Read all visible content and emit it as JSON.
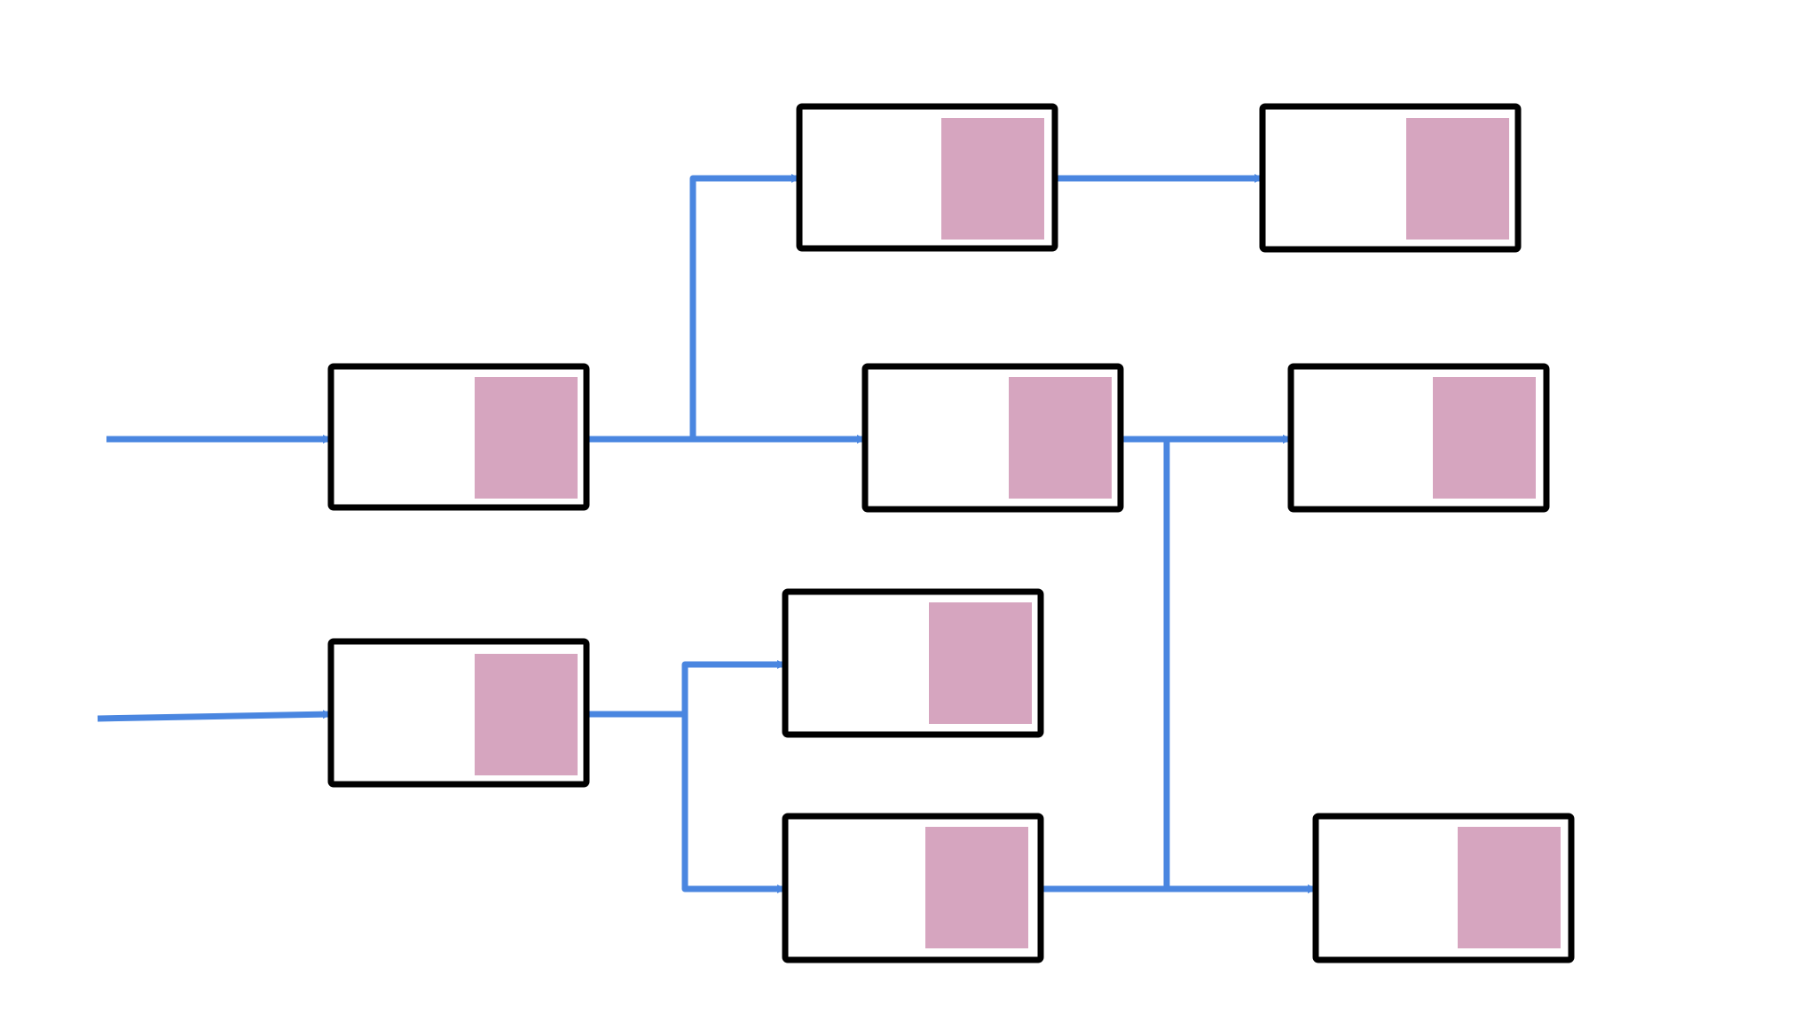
{
  "colors": {
    "background": "#ffffff",
    "box_border": "#000000",
    "box_fill": "#ffffff",
    "slot_fill": "#d6a5bf",
    "edge": "#4a86e0"
  },
  "diagram": {
    "nodes": [
      {
        "id": "a1"
      },
      {
        "id": "a2"
      },
      {
        "id": "b1"
      },
      {
        "id": "b2"
      },
      {
        "id": "b3"
      },
      {
        "id": "b4"
      },
      {
        "id": "c1"
      },
      {
        "id": "c2"
      },
      {
        "id": "c3"
      }
    ],
    "edges": [
      {
        "from": "input-1",
        "to": "a1"
      },
      {
        "from": "input-2",
        "to": "a2"
      },
      {
        "from": "a1",
        "to": "b1"
      },
      {
        "from": "a1",
        "to": "b2"
      },
      {
        "from": "a2",
        "to": "b3"
      },
      {
        "from": "a2",
        "to": "b4"
      },
      {
        "from": "b1",
        "to": "c1"
      },
      {
        "from": "b2",
        "to": "c2"
      },
      {
        "from": "b2",
        "to": "c3"
      },
      {
        "from": "b4",
        "to": "c2"
      },
      {
        "from": "b4",
        "to": "c3"
      }
    ]
  }
}
